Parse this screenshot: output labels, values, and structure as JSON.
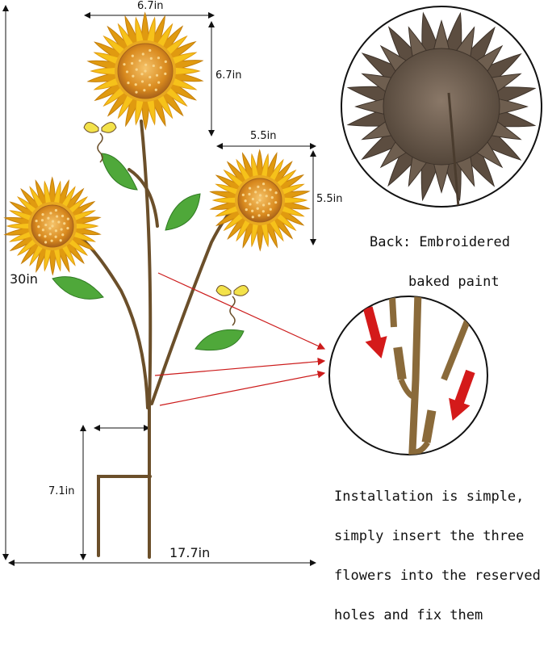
{
  "dimensions": {
    "top_flower_width": "6.7in",
    "top_flower_height": "6.7in",
    "right_flower_width": "5.5in",
    "right_flower_height": "5.5in",
    "total_height": "30in",
    "stake_height": "7.1in",
    "total_width": "17.7in"
  },
  "back_caption": {
    "line1": "Back: Embroidered",
    "line2": "baked paint"
  },
  "install_caption": {
    "line1": "Installation is simple,",
    "line2": "simply insert the three",
    "line3": "flowers into the reserved",
    "line4": "holes and fix them"
  },
  "colors": {
    "petal": "#f6c21a",
    "petal_edge": "#e09a10",
    "center": "#d98a1e",
    "leaf": "#4fa83a",
    "stem": "#6b4f2a",
    "arrow": "#cc1b1b",
    "metal_back": "#6e5e4f"
  }
}
